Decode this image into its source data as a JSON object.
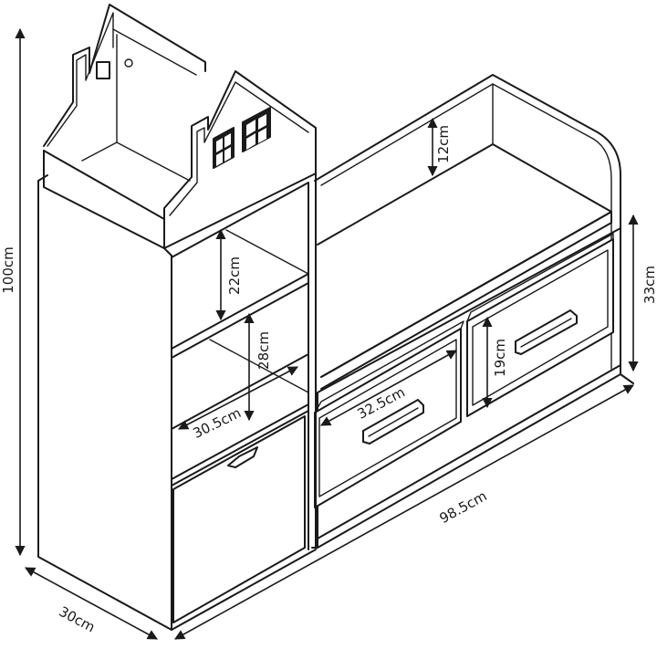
{
  "diagram": {
    "dimensions": {
      "height_total": "100cm",
      "depth": "30cm",
      "width_total": "98.5cm",
      "top_compartment_height": "12cm",
      "bench_height": "33cm",
      "upper_shelf_height": "22cm",
      "lower_shelf_height": "28cm",
      "shelf_width": "30.5cm",
      "drawer_width": "32.5cm",
      "drawer_height": "19cm"
    }
  }
}
